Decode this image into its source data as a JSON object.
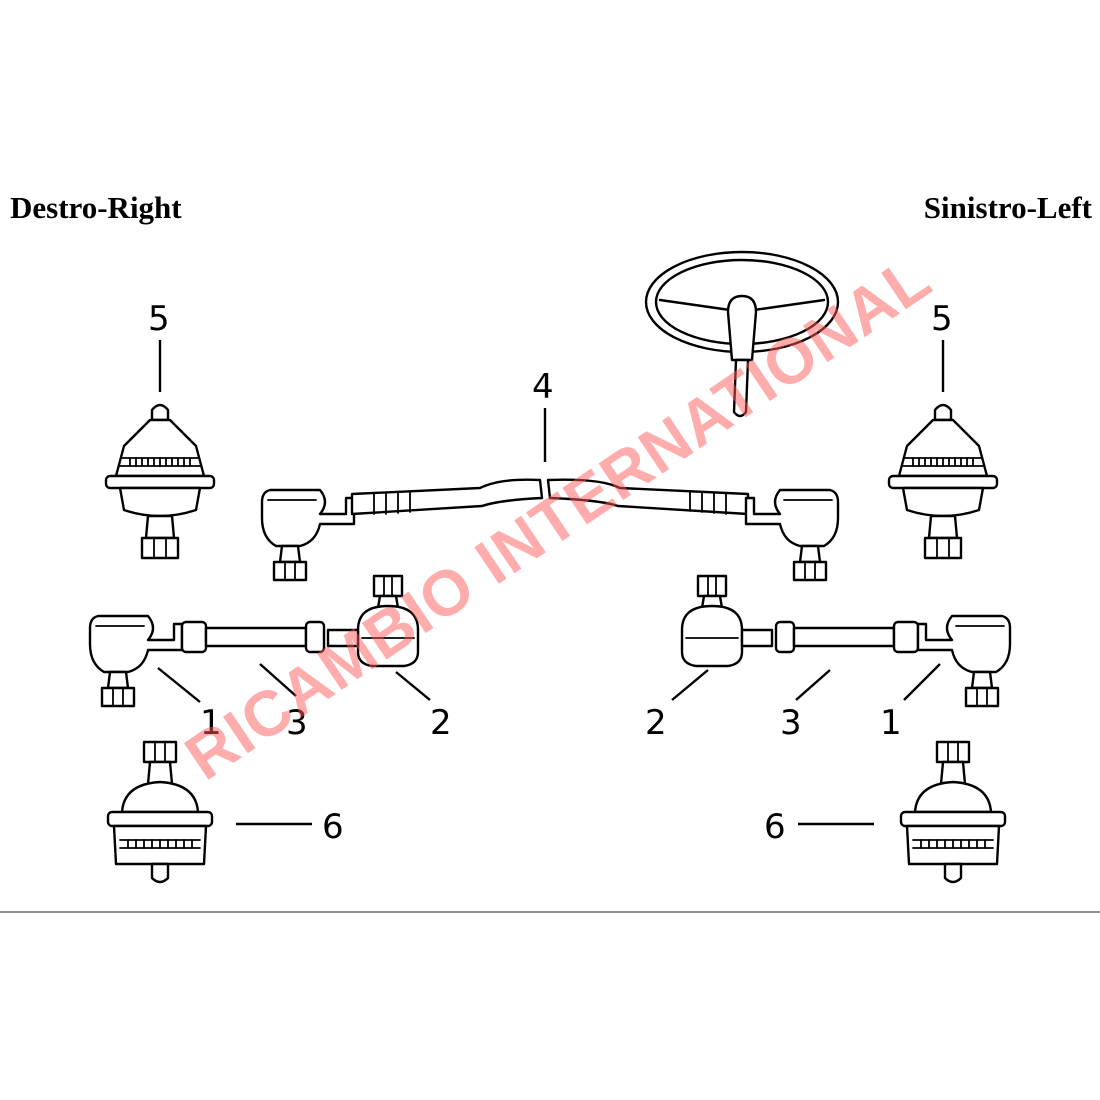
{
  "labels": {
    "right_side": "Destro-Right",
    "left_side": "Sinistro-Left"
  },
  "part_numbers": {
    "p1": "1",
    "p2": "2",
    "p3": "3",
    "p4": "4",
    "p5": "5",
    "p6": "6"
  },
  "watermark": {
    "text": "RICAMBIO INTERNATIONAL",
    "color": "#ff5a5a"
  },
  "icons": [
    "steering-wheel-icon",
    "ball-joint-icon",
    "tie-rod-icon"
  ]
}
